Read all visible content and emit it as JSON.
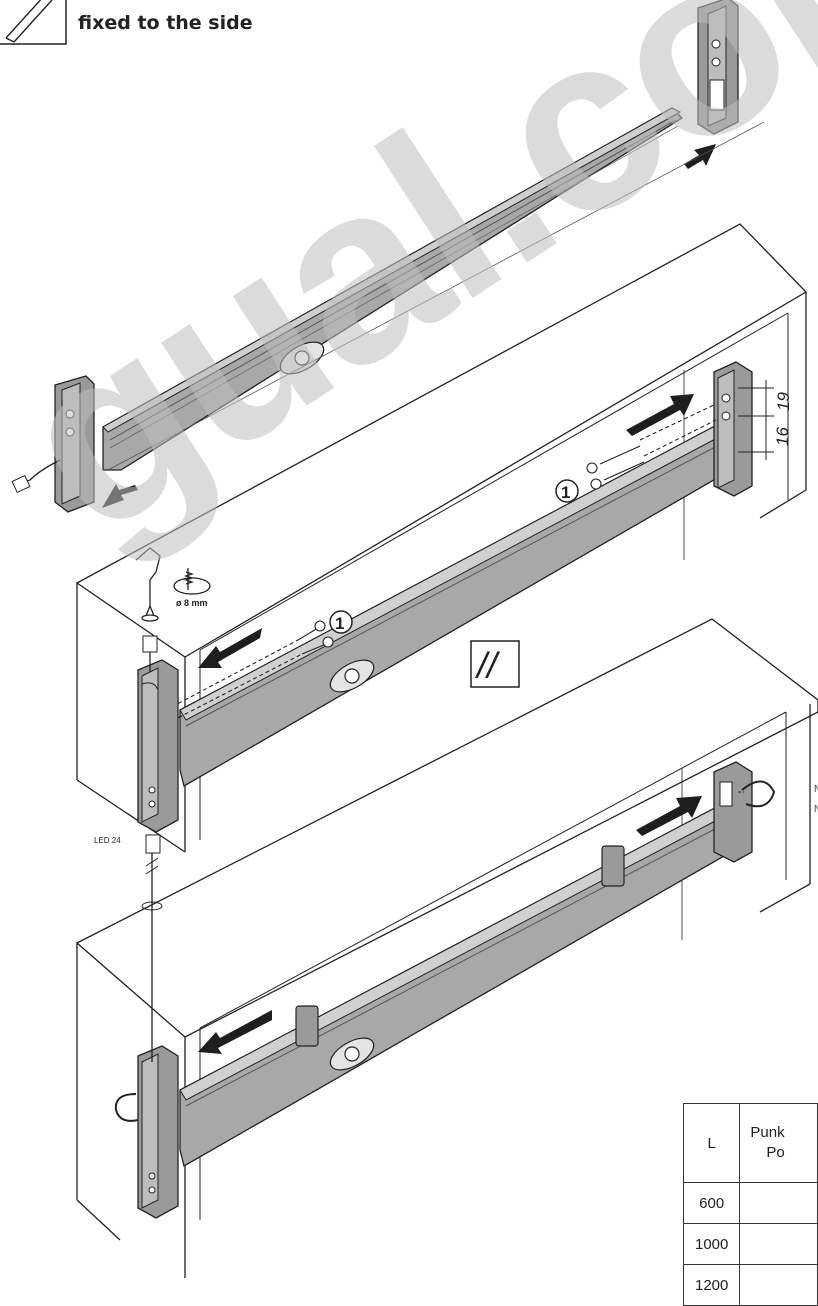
{
  "header": {
    "line1": "",
    "line2": "fixed to the side"
  },
  "watermark": "gual.com",
  "callouts": {
    "screw_marker": "1",
    "drill_size": "ø 8 mm",
    "dim_upper": "19",
    "dim_lower": "16",
    "led_label": "LED 24",
    "parallel_marker": "//"
  },
  "table": {
    "header_l": "L",
    "header_p_line1": "Punk",
    "header_p_line2": "Po",
    "rows": [
      {
        "l": "600",
        "p": ""
      },
      {
        "l": "1000",
        "p": ""
      },
      {
        "l": "1200",
        "p": ""
      }
    ]
  },
  "colors": {
    "profile_fill": "#a8a8a8",
    "profile_dark": "#7d7d7d",
    "outline": "#222222",
    "arrow": "#1e1e1e",
    "watermark": "#bebebe"
  }
}
